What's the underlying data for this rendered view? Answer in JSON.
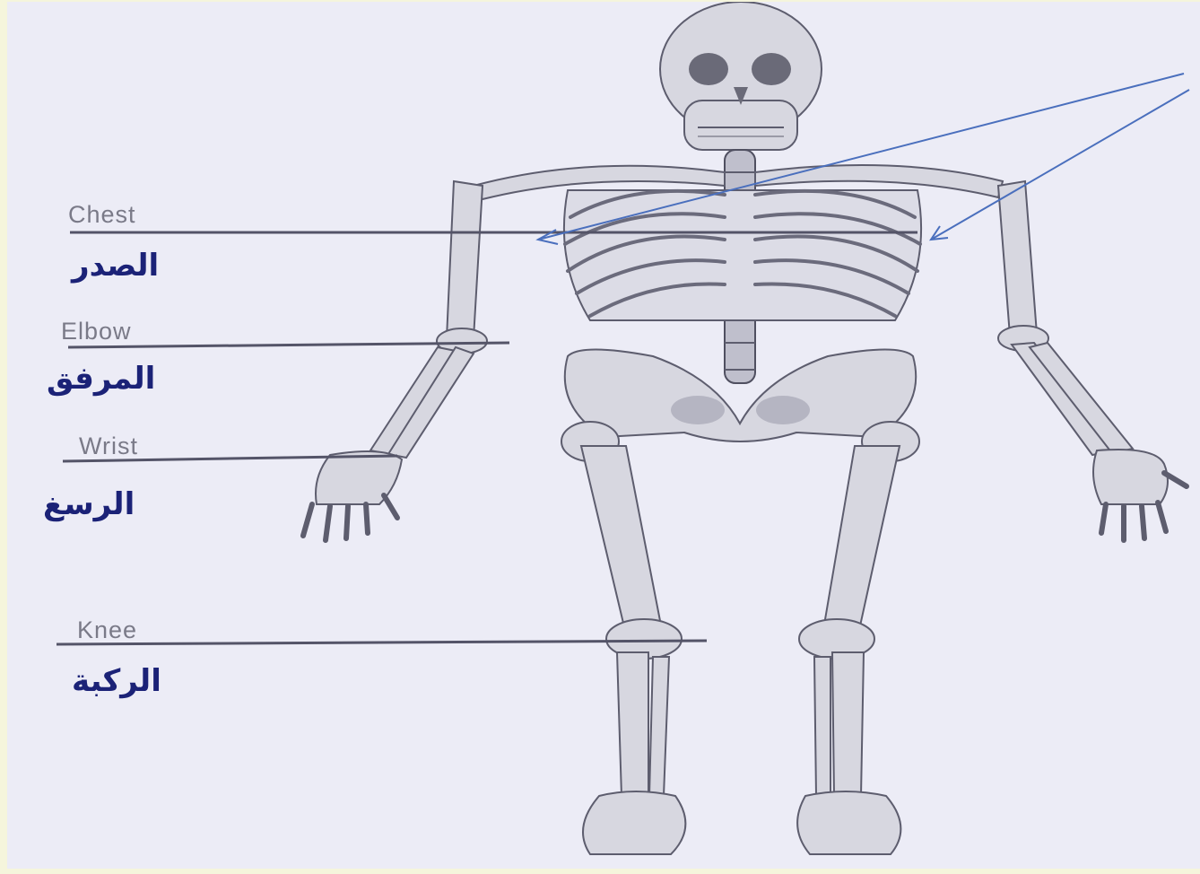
{
  "labels": {
    "chest": {
      "en": "Chest",
      "ar": "الصدر"
    },
    "elbow": {
      "en": "Elbow",
      "ar": "المرفق"
    },
    "wrist": {
      "en": "Wrist",
      "ar": "الرسغ"
    },
    "knee": {
      "en": "Knee",
      "ar": "الركبة"
    }
  },
  "colors": {
    "frame": "#f5f5dc",
    "background": "#ececf6",
    "english_label": "#7a7a88",
    "arabic_label": "#1b2277",
    "annotation_arrow": "#4a6fbd",
    "bone": "#d7d7e0"
  }
}
